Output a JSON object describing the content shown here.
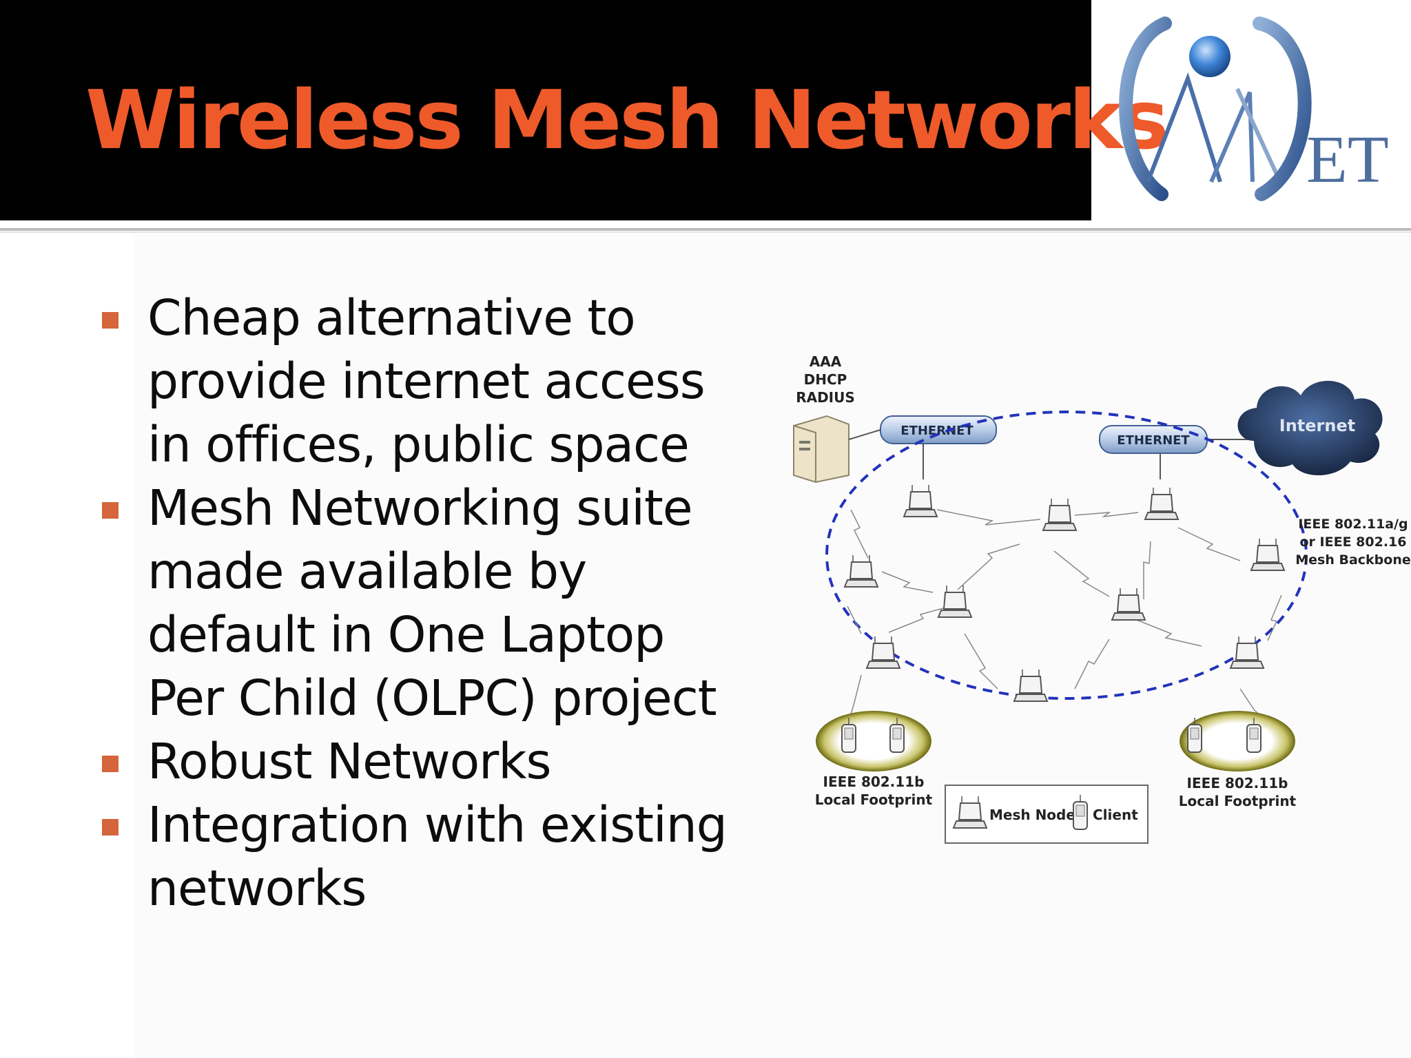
{
  "slide": {
    "title": "Wireless Mesh Networks",
    "title_color": "#ee5a2a",
    "bullet_color": "#d5653b"
  },
  "logo": {
    "text": "CWiNET",
    "suffix": "ET"
  },
  "bullets": [
    {
      "text": "Cheap alternative to provide internet access in offices, public space"
    },
    {
      "text": "Mesh Networking suite made available by default in One Laptop Per Child (OLPC) project"
    },
    {
      "text": "Robust Networks"
    },
    {
      "text": "Integration with existing networks"
    }
  ],
  "diagram": {
    "server_labels": [
      "AAA",
      "DHCP",
      "RADIUS"
    ],
    "ethernet_left": "ETHERNET",
    "ethernet_right": "ETHERNET",
    "internet": "Internet",
    "backbone_labels": [
      "IEEE 802.11a/g",
      "or IEEE 802.16",
      "Mesh Backbone"
    ],
    "footprint_left": [
      "IEEE 802.11b",
      "Local Footprint"
    ],
    "footprint_right": [
      "IEEE 802.11b",
      "Local Footprint"
    ],
    "legend_mesh_node": "Mesh Node",
    "legend_client": "Client",
    "icons": [
      "server-icon",
      "cloud-icon",
      "laptop-icon",
      "pda-icon"
    ]
  }
}
